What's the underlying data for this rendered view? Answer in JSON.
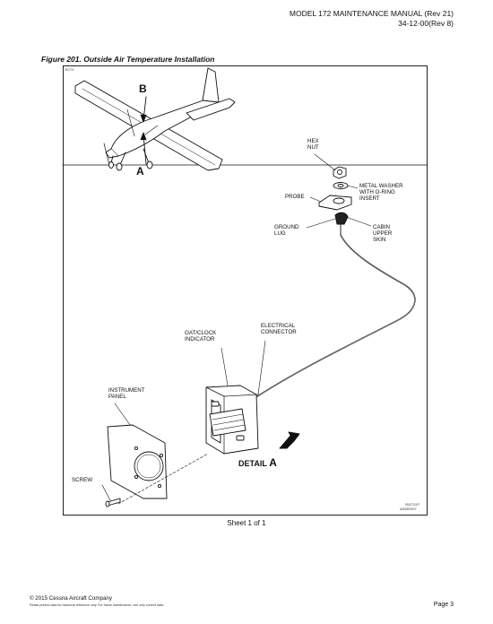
{
  "header": {
    "manual": "MODEL 172 MAINTENANCE MANUAL  (Rev 21)",
    "section": "34-12-00(Rev 8)"
  },
  "figure": {
    "title": "Figure 201. Outside Air Temperature Installation",
    "art_id": "B1774",
    "labels": {
      "b": "B",
      "a": "A",
      "hex_nut_1": "HEX",
      "hex_nut_2": "NUT",
      "metal_washer_1": "METAL WASHER",
      "metal_washer_2": "WITH O-RING",
      "metal_washer_3": "INSERT",
      "probe": "PROBE",
      "ground_lug_1": "GROUND",
      "ground_lug_2": "LUG",
      "cabin_1": "CABIN",
      "cabin_2": "UPPER",
      "cabin_3": "SKIN",
      "connector_1": "ELECTRICAL",
      "connector_2": "CONNECTOR",
      "oat_1": "OAT/CLOCK",
      "oat_2": "INDICATOR",
      "panel_1": "INSTRUMENT",
      "panel_2": "PANEL",
      "screw": "SCREW",
      "detail_word": "DETAIL",
      "detail_letter": "A"
    },
    "drawing_ids": [
      "0510T1007",
      "A0618R1007"
    ]
  },
  "sheet": "Sheet 1 of 1",
  "footer": {
    "copyright": "© 2015 Cessna Aircraft Company",
    "retain": "Retain printed data for historical reference only. For future maintenance, use only current data.",
    "page": "Page 3"
  }
}
